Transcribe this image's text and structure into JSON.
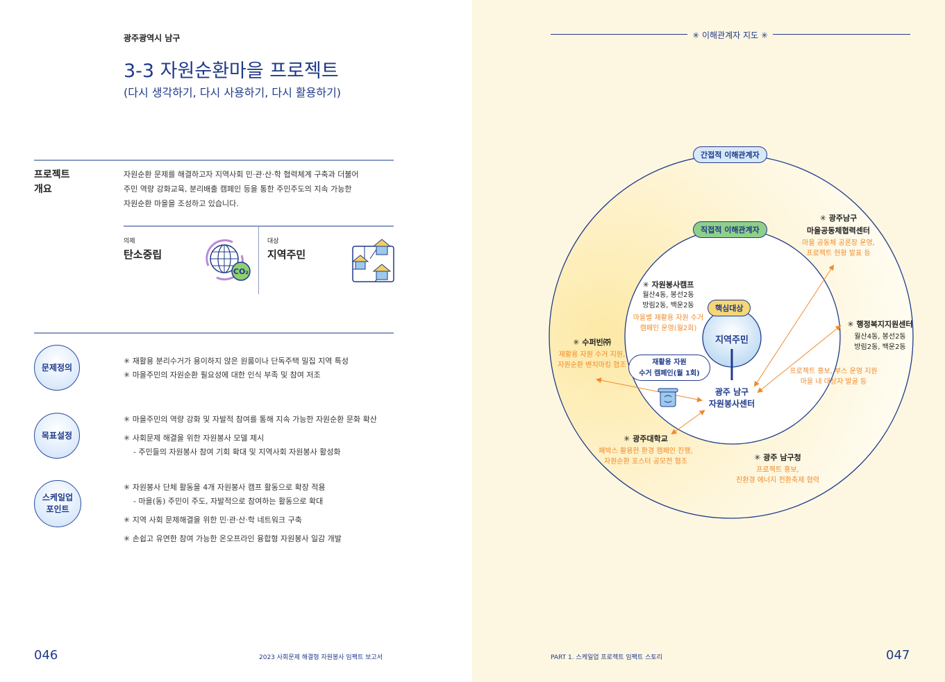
{
  "left_page": {
    "region": "광주광역시 남구",
    "title": "3-3 자원순환마을 프로젝트",
    "subtitle": "(다시 생각하기, 다시 사용하기, 다시 활용하기)",
    "overview": {
      "label_line1": "프로젝트",
      "label_line2": "개요",
      "lines": [
        "자원순환 문제를 해결하고자 지역사회 민·관·산·학 협력체계 구축과 더불어",
        "주민 역량 강화교육, 분리배출 캠페인 등을 통한 주민주도의 지속 가능한",
        "자원순환 마을을 조성하고 있습니다."
      ]
    },
    "agenda": {
      "label": "의제",
      "value": "탄소중립",
      "icon": "globe-co2-icon",
      "co2": "CO₂"
    },
    "target": {
      "label": "대상",
      "value": "지역주민",
      "icon": "village-map-icon"
    },
    "sections": [
      {
        "label": [
          "문제정의"
        ],
        "items": [
          "✳ 재활용 분리수거가 용이하지 않은 원룸이나 단독주택 밀집 지역 특성",
          "✳ 마을주민의 자원순환 필요성에 대한 인식 부족 및 참여 저조"
        ]
      },
      {
        "label": [
          "목표설정"
        ],
        "items": [
          "✳ 마을주민의 역량 강화 및 자발적 참여를 통해 지속 가능한 자원순환 문화 확산",
          "✳ 사회문제 해결을 위한 자원봉사 모델 제시",
          "- 주민들의 자원봉사 참여 기회 확대 및 지역사회 자원봉사 활성화"
        ]
      },
      {
        "label": [
          "스케일업",
          "포인트"
        ],
        "items": [
          "✳ 자원봉사 단체 활동을 4개 자원봉사 캠프 활동으로 확장 적용",
          "- 마을(동) 주민이 주도, 자발적으로 참여하는 활동으로 확대",
          "✳ 지역 사회 문제해결을 위한 민·관·산·학 네트워크 구축",
          "✳ 손쉽고 유연한 참여 가능한 온오프라인 융합형 자원봉사 일감 개발"
        ]
      }
    ],
    "page_number": "046",
    "footer": "2023 사회문제 해결형 자원봉사 임팩트 보고서"
  },
  "right_page": {
    "heading": "✳ 이해관계자 지도 ✳",
    "indirect_label": "간접적 이해관계자",
    "direct_label": "직접적 이해관계자",
    "core_label": "핵심대상",
    "core_value": "지역주민",
    "center": [
      "광주 남구",
      "자원봉사센터"
    ],
    "campaign": [
      "재활용 자원",
      "수거 캠페인(월 1회)"
    ],
    "camp": {
      "title": "✳ 자원봉사캠프",
      "sub": [
        "월산4동, 봉선2동",
        "방림2동, 백운2동"
      ],
      "desc": [
        "마을별 재활용 자원 수거",
        "캠페인 운영(월2회)"
      ]
    },
    "village_center": {
      "title": [
        "✳ 광주남구",
        "마을공동체협력센터"
      ],
      "desc": [
        "마을 공동체 공론장 운영,",
        "프로젝트 현황 발표 등"
      ]
    },
    "welfare": {
      "title": "✳ 행정복지지원센터",
      "sub": [
        "월산4동, 봉선2동",
        "방림2동, 백운2동"
      ],
      "desc": [
        "프로젝트 홍보, 부스 운영 지원",
        "마을 내 대상자 발굴 등"
      ]
    },
    "superbin": {
      "title": "✳ 수퍼빈㈜",
      "desc": [
        "재활용 자원 수거 지원,",
        "자원순환 벤치마킹 협조"
      ]
    },
    "university": {
      "title": "✳ 광주대학교",
      "desc": [
        "폐박스 활용한 환경 캠페인 진행,",
        "자원순환 포스터 공모전 협조"
      ]
    },
    "district_office": {
      "title": "✳ 광주 남구청",
      "desc": [
        "프로젝트 홍보,",
        "친환경 에너지 전환축제 협력"
      ]
    },
    "page_number": "047",
    "footer": "PART 1. 스케일업 프로젝트 임팩트 스토리"
  }
}
